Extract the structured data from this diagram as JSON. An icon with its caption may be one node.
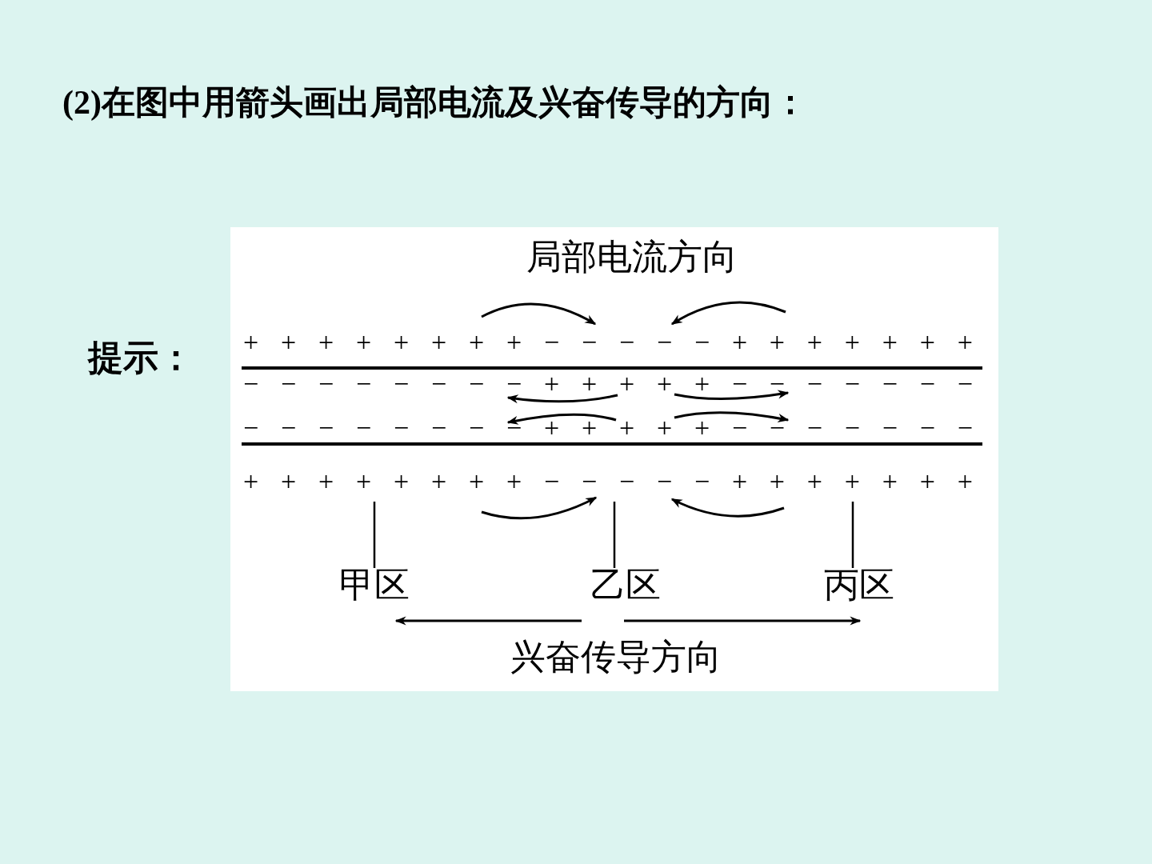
{
  "diagram": {
    "title": "(2)在图中用箭头画出局部电流及兴奋传导的方向：",
    "nodes": [
      {
        "text": [
          "甲区"
        ]
      },
      {
        "text": [
          "乙区"
        ]
      },
      {
        "text": [
          "丙区"
        ]
      }
    ],
    "edges": [
      {
        "from": 0,
        "to": null,
        "arrow": "none"
      },
      {
        "from": 1,
        "to": null,
        "arrow": "none"
      },
      {
        "from": 2,
        "to": null,
        "arrow": "none"
      }
    ],
    "labels": [
      "提示：",
      "局部电流方向",
      "+ + + + + + + + − − − − − + + + + + + +",
      "− − − − − − − − + + + + + − − − − − − −",
      "− − − − − − − − + + + + + − − − − − − −",
      "+ + + + + + + + − − − − − + + + + + + +",
      "兴奋传导方向"
    ]
  }
}
